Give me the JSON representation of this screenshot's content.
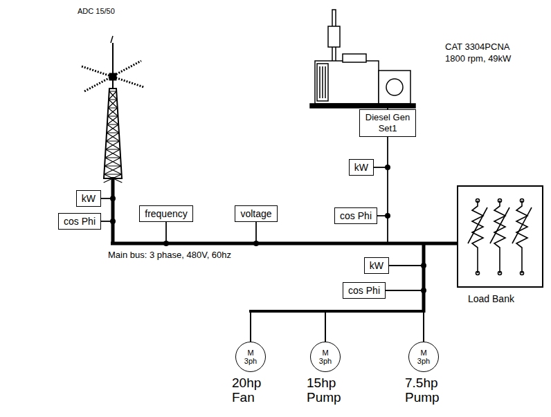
{
  "diagram": {
    "nodes": [
      {
        "text": [
          "Diesel Gen Set1"
        ]
      },
      {
        "text": [
          "kW"
        ]
      },
      {
        "text": [
          "kW"
        ]
      },
      {
        "text": [
          "cos Phi"
        ]
      },
      {
        "text": [
          "frequency"
        ]
      },
      {
        "text": [
          "voltage"
        ]
      },
      {
        "text": [
          "cos Phi"
        ]
      },
      {
        "text": [
          "Load Bank"
        ]
      },
      {
        "text": [
          "kW"
        ]
      },
      {
        "text": [
          "cos Phi"
        ]
      },
      {
        "text": [
          "M 3ph",
          "20hp Fan"
        ]
      },
      {
        "text": [
          "M 3ph",
          "15hp Pump"
        ]
      },
      {
        "text": [
          "M 3ph",
          "7.5hp Pump"
        ]
      }
    ],
    "labels": [
      "ADC 15/50",
      "CAT 3304PCNA",
      "1800 rpm, 49kW",
      "Main bus: 3 phase, 480V, 60hz"
    ]
  }
}
